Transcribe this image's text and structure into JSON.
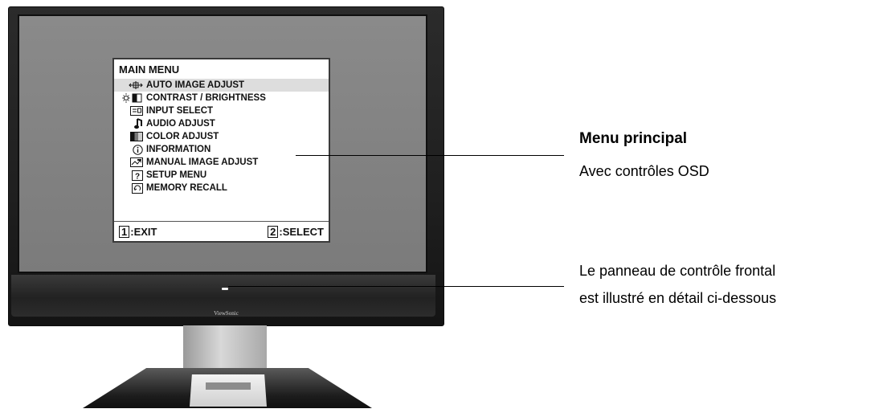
{
  "monitor": {
    "brand": "ViewSonic"
  },
  "osd": {
    "title": "MAIN MENU",
    "items": [
      {
        "label": "AUTO IMAGE ADJUST",
        "icon": "auto-adjust-icon",
        "selected": true
      },
      {
        "label": "CONTRAST / BRIGHTNESS",
        "icon": "contrast-brightness-icon"
      },
      {
        "label": "INPUT SELECT",
        "icon": "input-select-icon"
      },
      {
        "label": "AUDIO ADJUST",
        "icon": "audio-icon"
      },
      {
        "label": "COLOR ADJUST",
        "icon": "color-adjust-icon"
      },
      {
        "label": "INFORMATION",
        "icon": "information-icon"
      },
      {
        "label": "MANUAL IMAGE ADJUST",
        "icon": "manual-image-icon"
      },
      {
        "label": "SETUP MENU",
        "icon": "question-icon"
      },
      {
        "label": "MEMORY RECALL",
        "icon": "memory-recall-icon"
      }
    ],
    "footer": {
      "exit_key": "1",
      "exit_label": ":EXIT",
      "select_key": "2",
      "select_label": ":SELECT"
    }
  },
  "callouts": {
    "main_menu_title": "Menu principal",
    "main_menu_sub": "Avec contrôles OSD",
    "panel_line1": "Le panneau de contrôle frontal",
    "panel_line2": "est illustré en détail ci-dessous"
  }
}
